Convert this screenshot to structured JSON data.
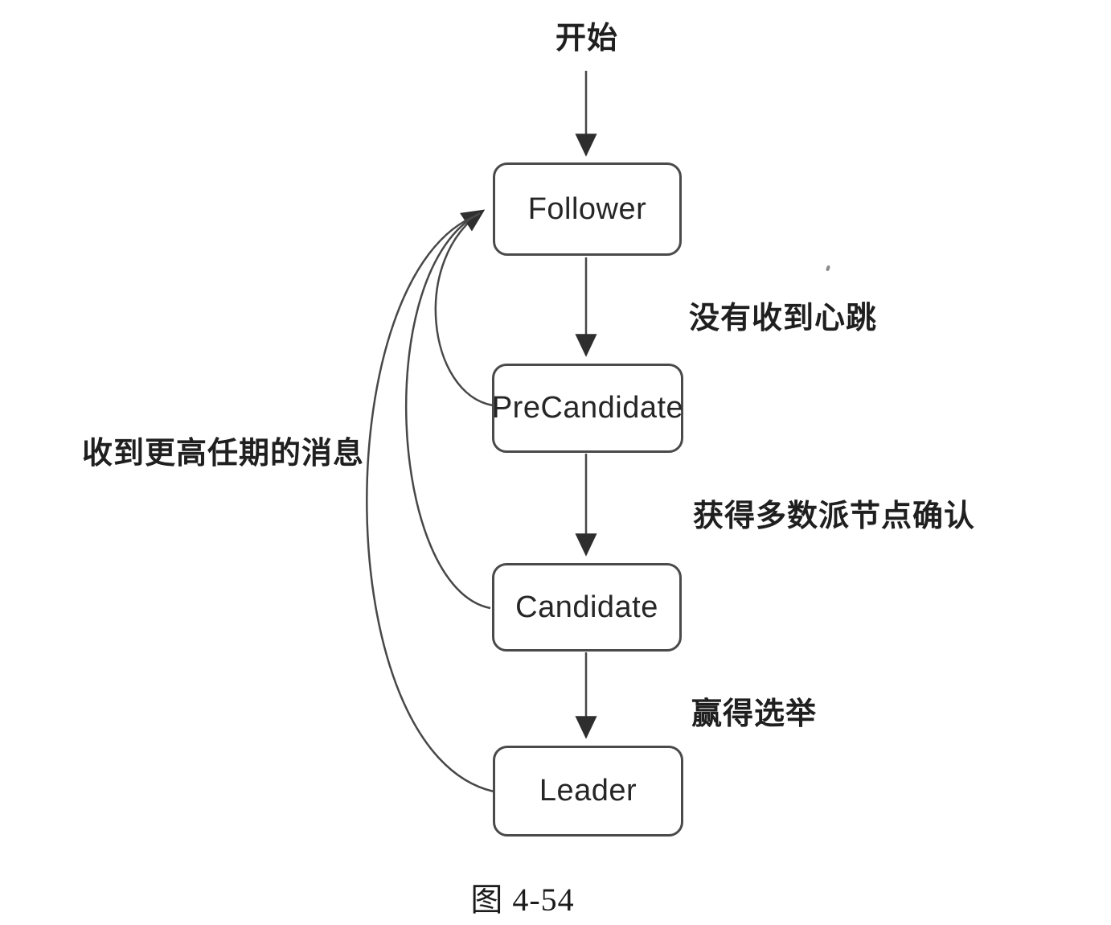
{
  "diagram": {
    "type": "state-diagram",
    "start_label": "开始",
    "caption": "图 4-54",
    "states": [
      {
        "name": "follower",
        "label": "Follower"
      },
      {
        "name": "precandidate",
        "label": "PreCandidate"
      },
      {
        "name": "candidate",
        "label": "Candidate"
      },
      {
        "name": "leader",
        "label": "Leader"
      }
    ],
    "transitions": [
      {
        "from": "Follower",
        "to": "PreCandidate",
        "label": "没有收到心跳"
      },
      {
        "from": "PreCandidate",
        "to": "Candidate",
        "label": "获得多数派节点确认"
      },
      {
        "from": "Candidate",
        "to": "Leader",
        "label": "赢得选举"
      }
    ],
    "start_transition": {
      "from": "开始",
      "to": "Follower"
    },
    "back_transition": {
      "from": [
        "PreCandidate",
        "Candidate",
        "Leader"
      ],
      "to": "Follower",
      "label": "收到更高任期的消息"
    },
    "colors": {
      "stroke": "#474747",
      "text": "#1f1f1f",
      "background": "#ffffff"
    }
  }
}
